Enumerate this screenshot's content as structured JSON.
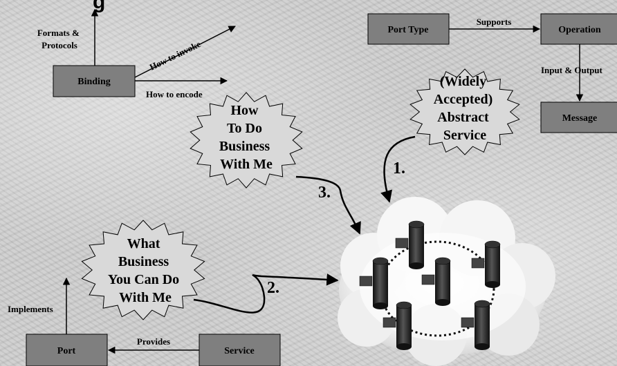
{
  "title_fragment": "g",
  "boxes": {
    "binding": "Binding",
    "port_type": "Port Type",
    "operation": "Operation",
    "message": "Message",
    "port": "Port",
    "service": "Service"
  },
  "edges": {
    "formats_protocols": [
      "Formats &",
      "Protocols"
    ],
    "how_to_invoke": "How to invoke",
    "how_to_encode": "How to encode",
    "supports": "Supports",
    "input_output": "Input & Output",
    "implements": "Implements",
    "provides": "Provides"
  },
  "bursts": {
    "abstract_service": [
      "(Widely",
      "Accepted)",
      "Abstract",
      "Service"
    ],
    "how_to_do_business": [
      "How",
      "To Do",
      "Business",
      "With Me"
    ],
    "what_business": [
      "What",
      "Business",
      "You Can Do",
      "With Me"
    ]
  },
  "steps": {
    "step1": "1.",
    "step2": "2.",
    "step3": "3."
  },
  "colors": {
    "box_fill": "#7f7f7f",
    "burst_fill": "#d9d9d9",
    "line": "#000000"
  }
}
